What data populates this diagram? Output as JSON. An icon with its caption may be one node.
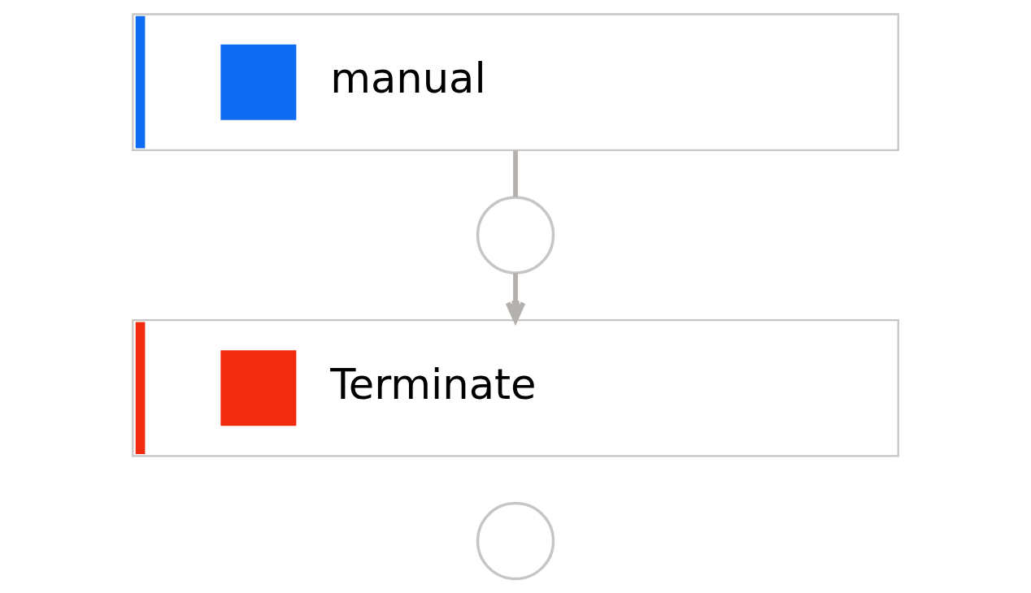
{
  "diagram": {
    "nodes": [
      {
        "text": [
          "manual"
        ]
      },
      {
        "text": [],
        "shape": "circle"
      },
      {
        "text": [
          "Terminate"
        ]
      },
      {
        "text": [],
        "shape": "circle"
      }
    ],
    "edges": [
      {
        "from": 0,
        "to": 1,
        "arrow": "none"
      },
      {
        "from": 1,
        "to": 2,
        "arrow": "to"
      }
    ]
  }
}
